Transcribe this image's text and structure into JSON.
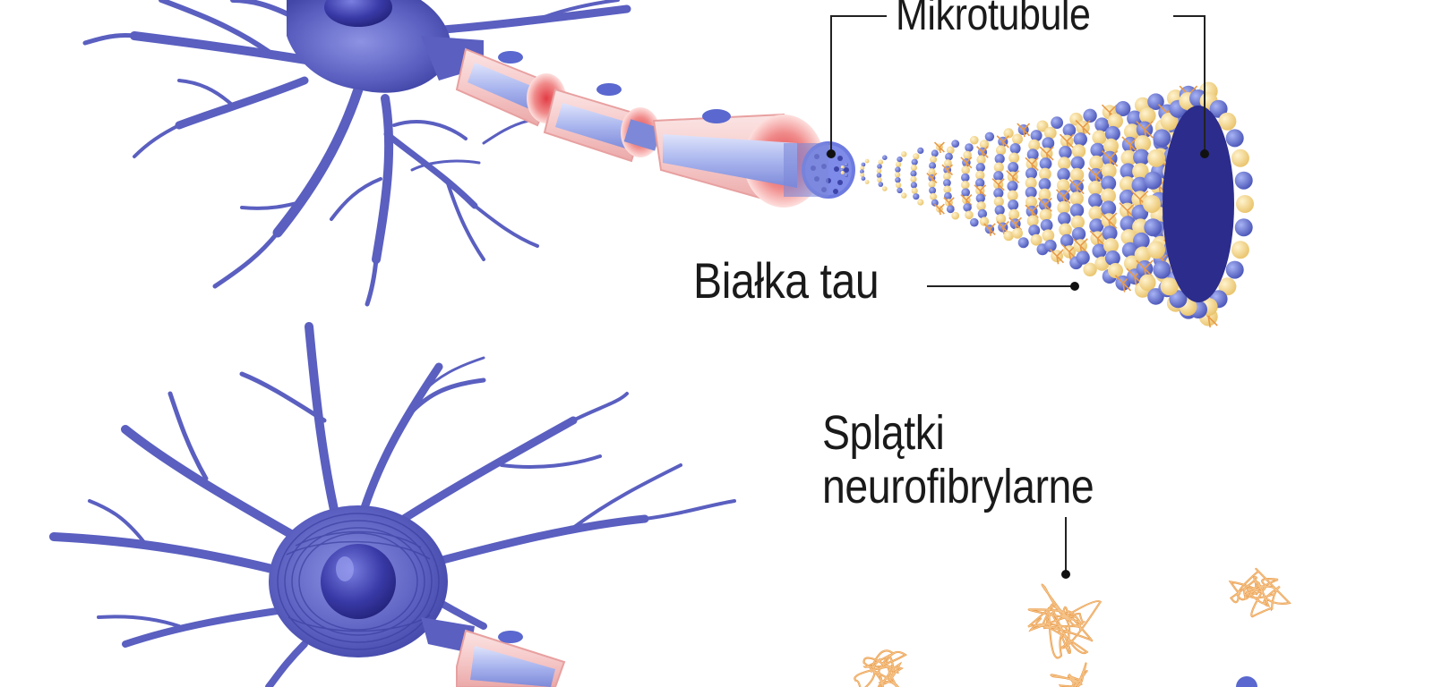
{
  "labels": {
    "microtubules": "Mikrotubule",
    "tau_proteins": "Białka tau",
    "tangles_line1": "Splątki",
    "tangles_line2": "neurofibrylarne"
  },
  "colors": {
    "neuron": "#5a5fc0",
    "neuron_dark": "#2e2f8f",
    "myelin": "#f4c2c2",
    "myelin_glow": "#e8474a",
    "axon_core": "#b9c4f2",
    "tubulin_blue": "#5e6fd0",
    "tubulin_yellow": "#f4d98a",
    "tau_orange": "#e89a48",
    "leader_line": "#222222"
  }
}
